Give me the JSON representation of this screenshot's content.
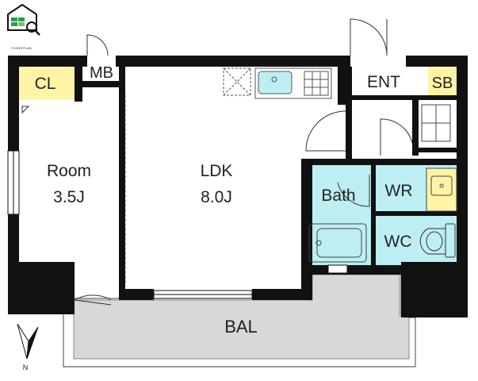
{
  "rooms": {
    "cl": "CL",
    "mb": "MB",
    "ent": "ENT",
    "sb": "SB",
    "room_name": "Room",
    "room_size": "3.5J",
    "ldk_name": "LDK",
    "ldk_size": "8.0J",
    "bath": "Bath",
    "wr": "WR",
    "wc": "WC",
    "bal": "BAL"
  },
  "compass": {
    "north": "N"
  },
  "logo": {
    "text": "FLOOR PLAN"
  },
  "colors": {
    "wall": "#111111",
    "closet": "#fff3a6",
    "wet": "#bdeef2",
    "balcony": "#d8d8d8"
  }
}
